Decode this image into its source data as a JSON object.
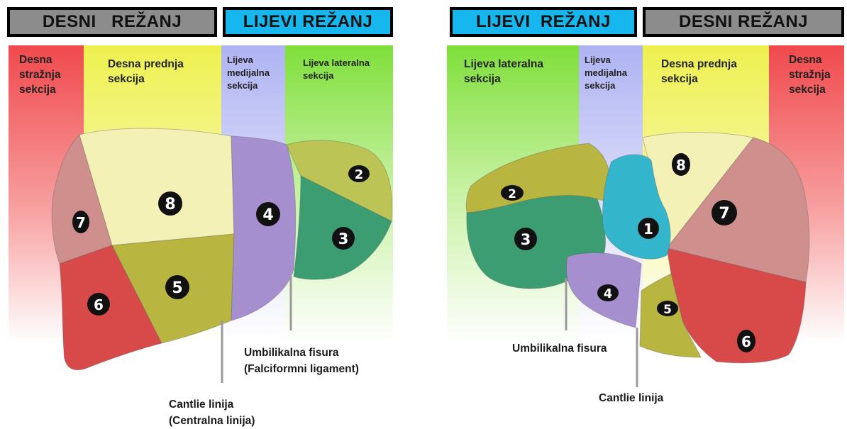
{
  "left_view": {
    "header_right_lobe": "DESNI   REŽANJ",
    "header_left_lobe": "LIJEVI REŽANJ",
    "sections": {
      "right_posterior": "Desna\nstražnja\nsekcija",
      "right_anterior": "Desna prednja\nsekcija",
      "left_medial": "Lijeva\nmedijalna\nsekcija",
      "left_lateral": "Lijeva lateralna\nsekcija"
    },
    "segments": [
      "2",
      "3",
      "4",
      "5",
      "6",
      "7",
      "8"
    ],
    "callouts": {
      "umbilical": "Umbilikalna fisura\n(Falciformni ligament)",
      "cantlie": "Cantlie linija\n(Centralna linija)"
    }
  },
  "right_view": {
    "header_left_lobe": "LIJEVI  REŽANJ",
    "header_right_lobe": "DESNI REŽANJ",
    "sections": {
      "left_lateral": "Lijeva lateralna\nsekcija",
      "left_medial": "Lijeva\nmedijalna\nsekcija",
      "right_anterior": "Desna prednja\nsekcija",
      "right_posterior": "Desna\nstražnja\nsekcija"
    },
    "segments": [
      "1",
      "2",
      "3",
      "4",
      "5",
      "6",
      "7",
      "8"
    ],
    "callouts": {
      "umbilical": "Umbilikalna fisura",
      "cantlie": "Cantlie linija"
    }
  },
  "colors": {
    "header_gray": "#8c8c8c",
    "header_blue": "#16b6ee",
    "band_red": "#f25a5a",
    "band_yellow": "#f1f36a",
    "band_blue": "#b9bdf3",
    "band_green": "#8fe64f",
    "seg_yellow": "#f3f1b6",
    "seg_olive": "#b8b541",
    "seg_red": "#d84a4a",
    "seg_pink": "#cf8f8c",
    "seg_purple": "#a58fcf",
    "seg_green": "#3c9c72",
    "seg_cyan": "#33b6cc"
  }
}
